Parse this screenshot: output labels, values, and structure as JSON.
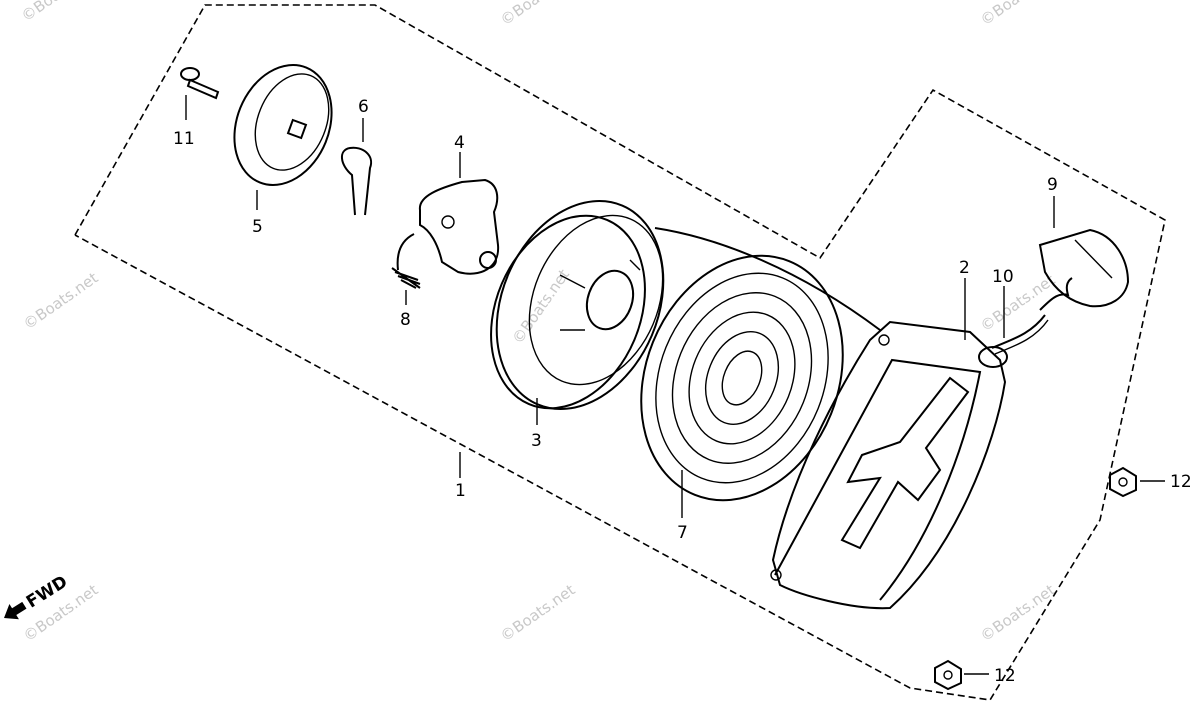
{
  "watermark": "©Boats.net",
  "direction_label": "FWD",
  "colors": {
    "ink": "#000000",
    "paper": "#ffffff",
    "watermark": "#c8c8c8"
  },
  "callouts": {
    "c1": "1",
    "c2": "2",
    "c3": "3",
    "c4": "4",
    "c5": "5",
    "c6": "6",
    "c7": "7",
    "c8": "8",
    "c9": "9",
    "c10": "10",
    "c11": "11",
    "c12a": "12",
    "c12b": "12"
  }
}
